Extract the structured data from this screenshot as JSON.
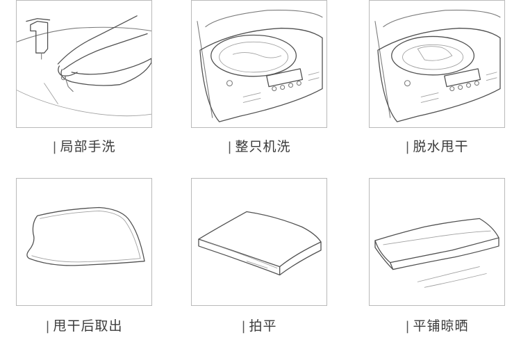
{
  "steps": [
    {
      "label": "局部手洗",
      "icon": "hand-wash-icon"
    },
    {
      "label": "整只机洗",
      "icon": "washing-machine-icon"
    },
    {
      "label": "脱水甩干",
      "icon": "spin-dry-icon"
    },
    {
      "label": "甩干后取出",
      "icon": "pillow-removed-icon"
    },
    {
      "label": "拍平",
      "icon": "pat-flat-icon"
    },
    {
      "label": "平铺晾晒",
      "icon": "lay-flat-dry-icon"
    }
  ],
  "separator": "|"
}
